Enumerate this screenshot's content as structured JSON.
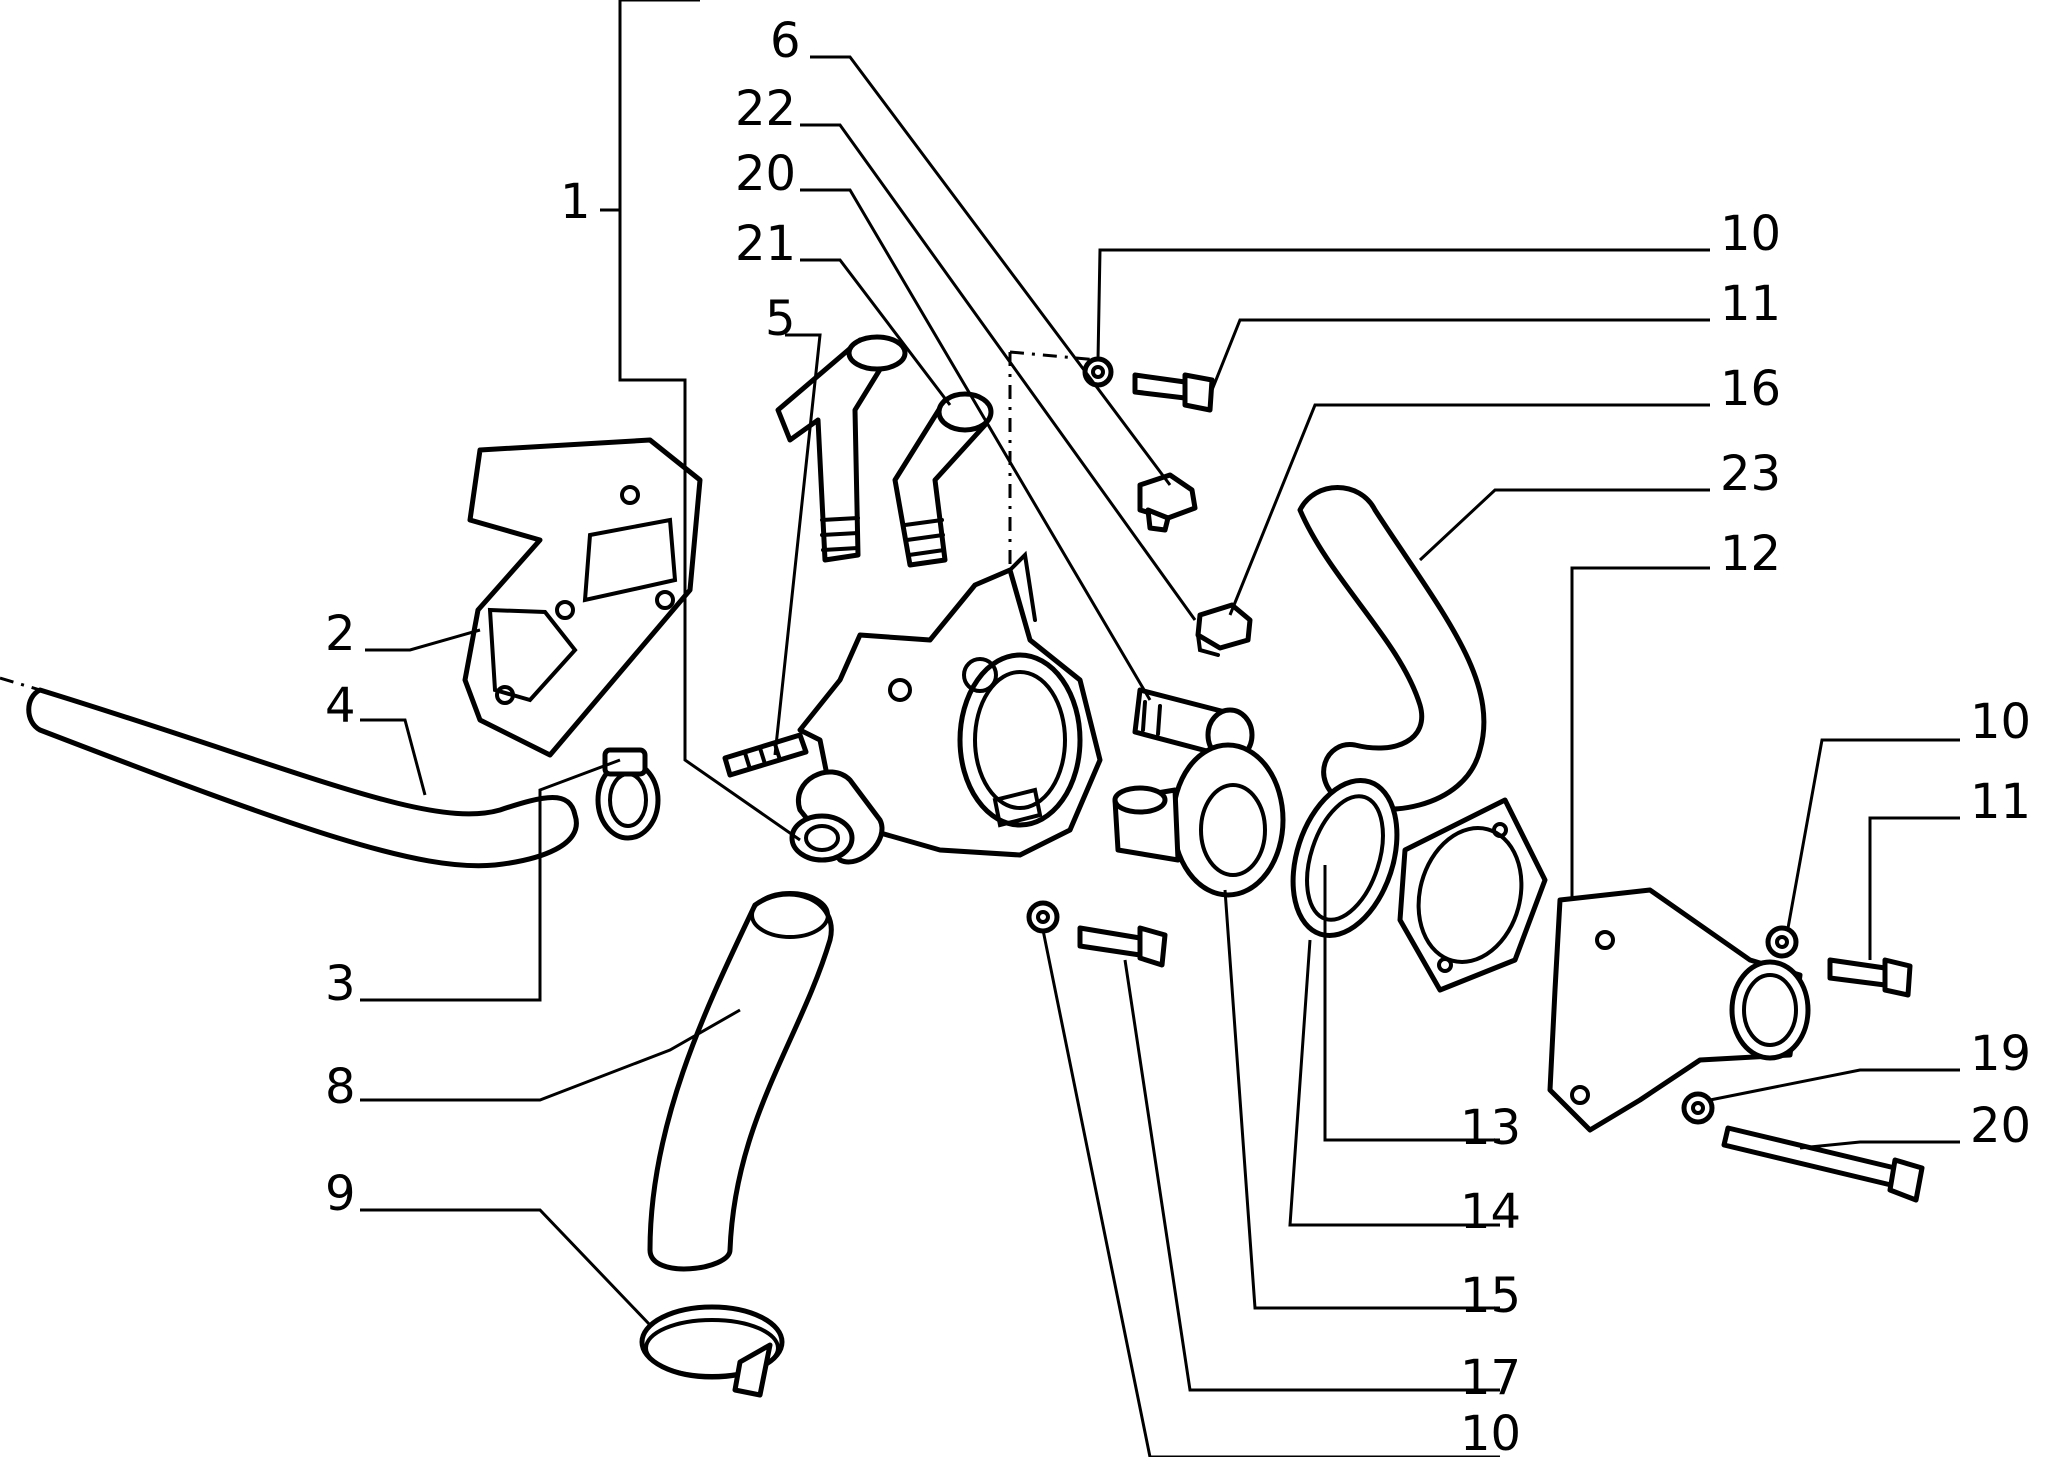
{
  "diagram": {
    "labels": [
      {
        "id": "1",
        "text": "1"
      },
      {
        "id": "2",
        "text": "2"
      },
      {
        "id": "3",
        "text": "3"
      },
      {
        "id": "4",
        "text": "4"
      },
      {
        "id": "5",
        "text": "5"
      },
      {
        "id": "6",
        "text": "6"
      },
      {
        "id": "8",
        "text": "8"
      },
      {
        "id": "9",
        "text": "9"
      },
      {
        "id": "10a",
        "text": "10"
      },
      {
        "id": "10b",
        "text": "10"
      },
      {
        "id": "10c",
        "text": "10"
      },
      {
        "id": "11a",
        "text": "11"
      },
      {
        "id": "11b",
        "text": "11"
      },
      {
        "id": "12",
        "text": "12"
      },
      {
        "id": "13",
        "text": "13"
      },
      {
        "id": "14",
        "text": "14"
      },
      {
        "id": "15",
        "text": "15"
      },
      {
        "id": "16",
        "text": "16"
      },
      {
        "id": "17",
        "text": "17"
      },
      {
        "id": "19",
        "text": "19"
      },
      {
        "id": "20a",
        "text": "20"
      },
      {
        "id": "20b",
        "text": "20"
      },
      {
        "id": "21",
        "text": "21"
      },
      {
        "id": "22",
        "text": "22"
      },
      {
        "id": "23",
        "text": "23"
      }
    ]
  }
}
